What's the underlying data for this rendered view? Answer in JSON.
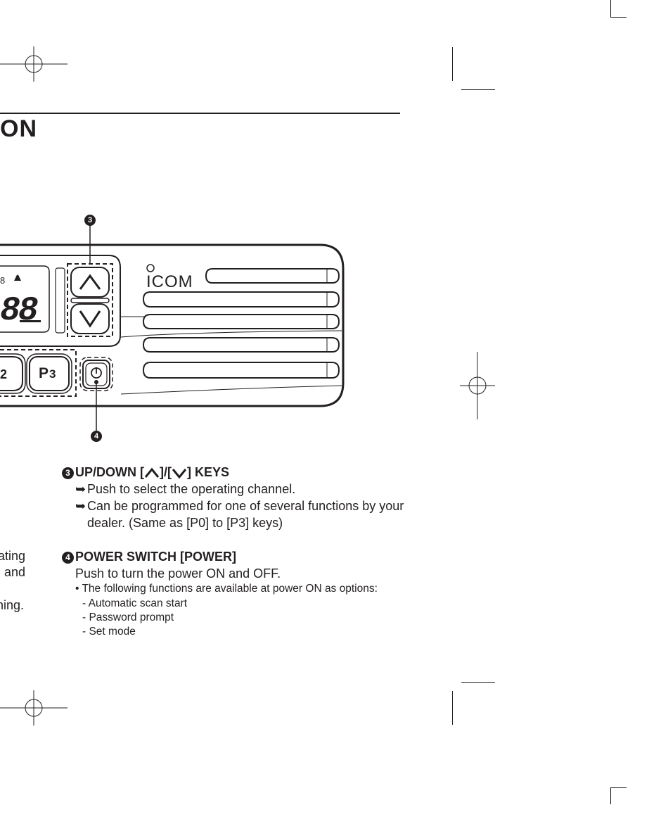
{
  "page": {
    "title_fragment": "ON"
  },
  "figure": {
    "callout_3": "3",
    "callout_4": "4",
    "brand": "ICOM",
    "key_p3": "P",
    "key_p3_sub": "3",
    "key_p2_fragment": "2",
    "lcd_digits": "88",
    "up_key_icon": "up-arrow-icon",
    "down_key_icon": "down-arrow-icon",
    "power_key_icon": "power-icon"
  },
  "sections": {
    "updown": {
      "number": "3",
      "heading_prefix": "UP/DOWN [",
      "heading_mid": "]/[",
      "heading_suffix": "] KEYS",
      "items": [
        "Push to select the operating channel.",
        "Can be programmed for one of several functions by your",
        "dealer. (Same as [P0] to [P3] keys)"
      ]
    },
    "power": {
      "number": "4",
      "heading": "POWER SWITCH [POWER]",
      "description": "Push to turn the power ON and OFF.",
      "note": "• The following functions are available at power ON as options:",
      "options": [
        "- Automatic scan start",
        "- Password prompt",
        "- Set mode"
      ]
    }
  },
  "left_column_fragments": [
    "ating",
    "and",
    "ning."
  ]
}
